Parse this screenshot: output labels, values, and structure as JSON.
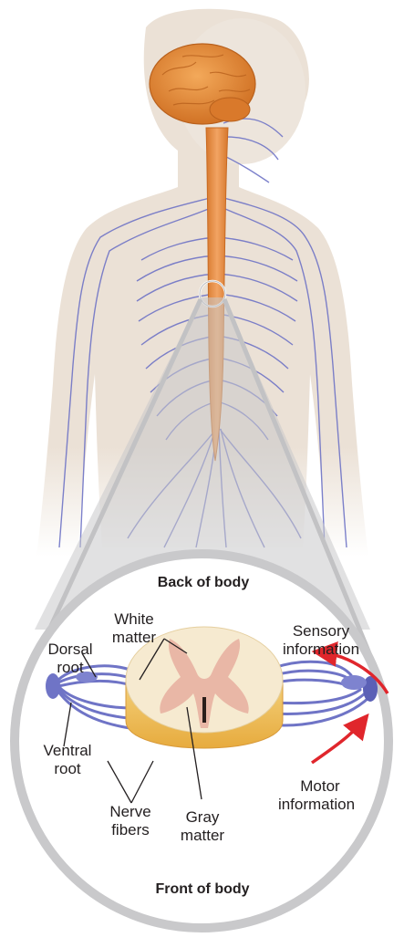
{
  "labels": {
    "back_of_body": "Back of body",
    "front_of_body": "Front of body",
    "white_matter_1": "White",
    "white_matter_2": "matter",
    "dorsal_root_1": "Dorsal",
    "dorsal_root_2": "root",
    "ventral_root_1": "Ventral",
    "ventral_root_2": "root",
    "nerve_fibers_1": "Nerve",
    "nerve_fibers_2": "fibers",
    "gray_matter_1": "Gray",
    "gray_matter_2": "matter",
    "sensory_info_1": "Sensory",
    "sensory_info_2": "information",
    "motor_info_1": "Motor",
    "motor_info_2": "information"
  },
  "colors": {
    "skin": "#ebe1d6",
    "nerve": "#6f74c6",
    "cord": "#e8893a",
    "brain": "#e2872f",
    "white_matter": "#f6ead0",
    "gray_matter": "#e9b7a6",
    "arrow": "#e0262c",
    "lens_border": "#c9c9cb"
  }
}
